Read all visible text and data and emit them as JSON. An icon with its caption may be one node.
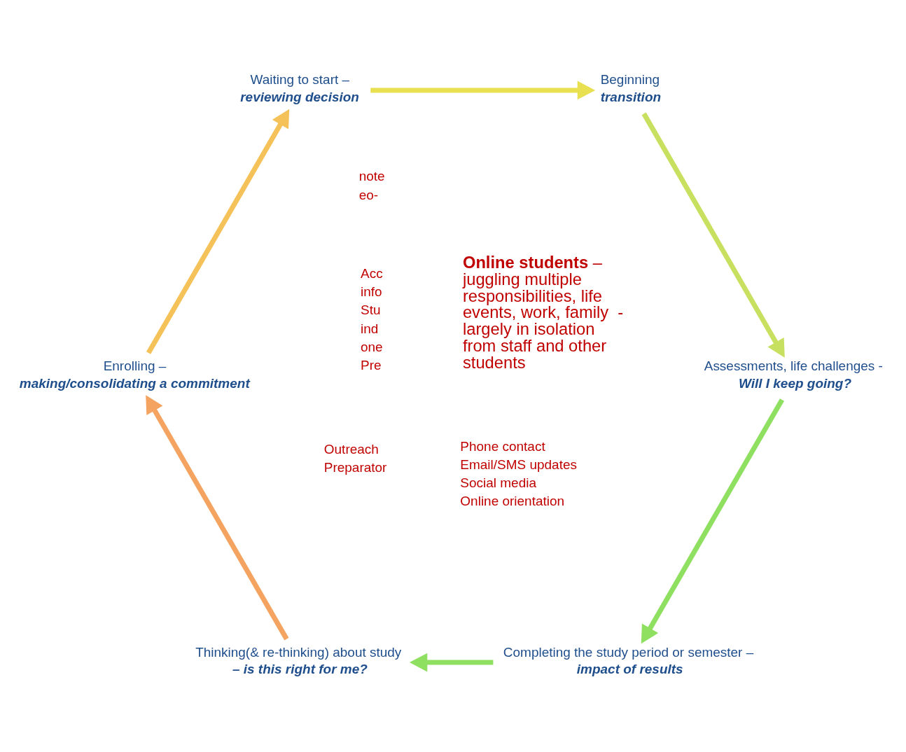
{
  "diagram": {
    "nodes": [
      {
        "text": [
          "Completing the study period or semester –",
          "impact of results"
        ]
      },
      {
        "text": [
          "Thinking(& re-thinking) about study",
          "– is this right for me?"
        ]
      },
      {
        "text": [
          "Enrolling –",
          "making/consolidating a commitment"
        ]
      },
      {
        "text": [
          "Waiting to start –",
          "reviewing decision"
        ]
      },
      {
        "text": [
          "Beginning",
          "transition"
        ]
      },
      {
        "text": [
          "Assessments, life challenges -",
          "Will I keep going?"
        ]
      },
      {
        "text": [
          "**Online students** – juggling multiple responsibilities, life events, work, family  - largely in isolation from staff and other students"
        ]
      }
    ],
    "edges": [
      {
        "from": 0,
        "to": 1,
        "arrow": "to",
        "color": "#8fe060"
      },
      {
        "from": 1,
        "to": 2,
        "arrow": "to",
        "color": "#f4a460"
      },
      {
        "from": 2,
        "to": 3,
        "arrow": "to",
        "color": "#f5c25a"
      },
      {
        "from": 3,
        "to": 4,
        "arrow": "to",
        "color": "#e8e050"
      },
      {
        "from": 4,
        "to": 5,
        "arrow": "to",
        "color": "#c8e060"
      },
      {
        "from": 5,
        "to": 0,
        "arrow": "to",
        "color": "#8fe060"
      }
    ],
    "labels": [
      "note",
      "eo-",
      "Acc",
      "info",
      "Stu",
      "ind",
      "one",
      "Pre",
      "Outreach",
      "Preparator",
      "Phone contact",
      "Email/SMS updates",
      "Social media",
      "Online orientation"
    ]
  }
}
